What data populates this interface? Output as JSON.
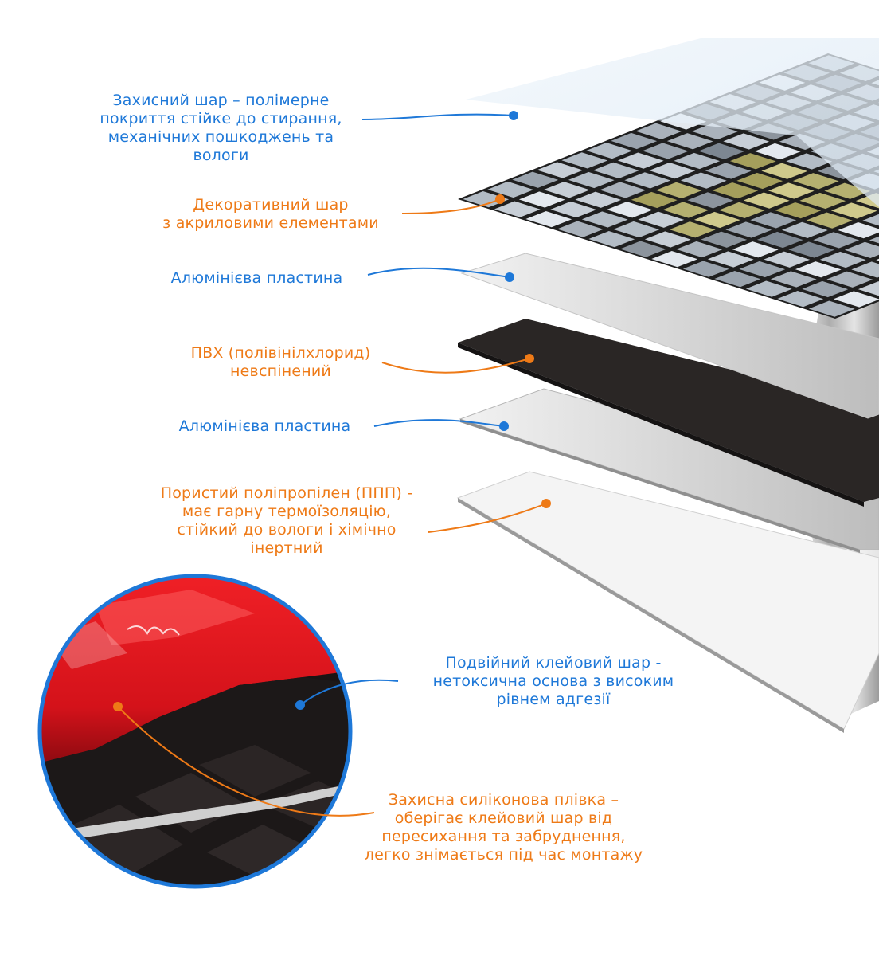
{
  "colors": {
    "blue": "#1e78d8",
    "orange": "#ee7a17",
    "red_film": "#e0141c",
    "black_layer": "#2a2625"
  },
  "layers": [
    {
      "id": "protective",
      "color": "blue",
      "lines": [
        "Захисний шар – полімерне",
        "покриття стійке до стирання,",
        "механічних пошкоджень та",
        "вологи"
      ]
    },
    {
      "id": "decorative",
      "color": "orange",
      "lines": [
        "Декоративний шар",
        "з акриловими елементами"
      ]
    },
    {
      "id": "aluminium-top",
      "color": "blue",
      "lines": [
        "Алюмінієва пластина"
      ]
    },
    {
      "id": "pvc",
      "color": "orange",
      "lines": [
        "ПВХ (полівінілхлорид)",
        "невспінений"
      ]
    },
    {
      "id": "aluminium-bottom",
      "color": "blue",
      "lines": [
        "Алюмінієва пластина"
      ]
    },
    {
      "id": "polypropylene",
      "color": "orange",
      "lines": [
        "Пористий поліпропілен (ППП) -",
        "має гарну термоїзоляцію,",
        "стійкий до вологи і хімічно",
        "інертний"
      ]
    },
    {
      "id": "adhesive",
      "color": "blue",
      "lines": [
        "Подвійний клейовий шар -",
        "нетоксична основа з високим",
        "рівнем адгезії"
      ]
    },
    {
      "id": "silicone-film",
      "color": "orange",
      "lines": [
        "Захисна силіконова плівка –",
        "оберігає клейовий шар від",
        "пересихання та забруднення,",
        "легко знімається під час монтажу"
      ]
    }
  ]
}
